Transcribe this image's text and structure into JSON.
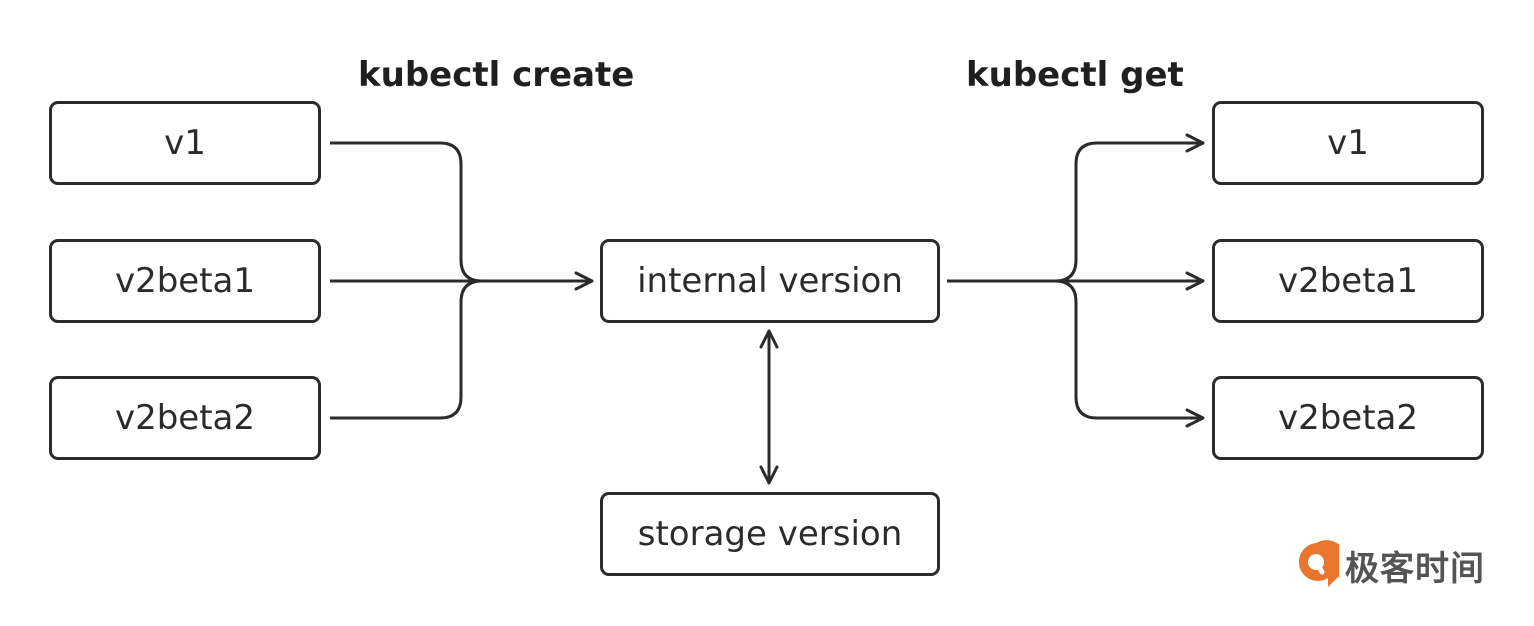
{
  "labels": {
    "create": "kubectl create",
    "get": "kubectl get"
  },
  "inputs": [
    "v1",
    "v2beta1",
    "v2beta2"
  ],
  "center": {
    "internal": "internal version",
    "storage": "storage version"
  },
  "outputs": [
    "v1",
    "v2beta1",
    "v2beta2"
  ],
  "watermark": {
    "text": "极客时间",
    "logo_color": "#e8762c"
  },
  "colors": {
    "line": "#2b2b2b"
  }
}
